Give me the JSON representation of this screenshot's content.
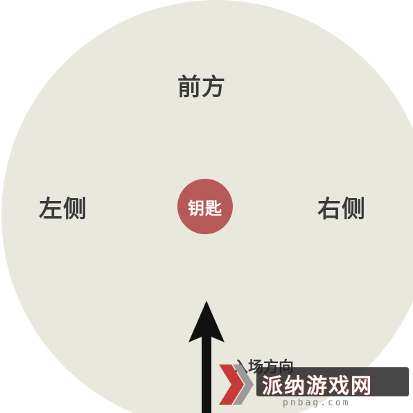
{
  "diagram": {
    "labels": {
      "front": "前方",
      "left": "左侧",
      "right": "右侧",
      "center": "钥匙",
      "entry": "入场方向"
    },
    "colors": {
      "disc": "#e9e8dc",
      "center_badge": "#b65a58",
      "text": "#3a3a3a",
      "arrow": "#111111"
    },
    "icons": {
      "entry_arrow": "arrow-up-icon"
    }
  },
  "watermark": {
    "text": "派纳游戏网",
    "url": "pnbag.com"
  }
}
